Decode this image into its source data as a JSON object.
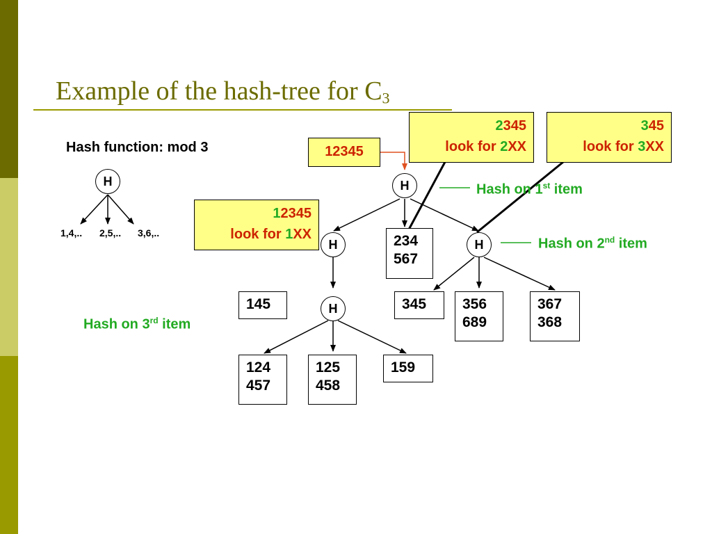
{
  "title": {
    "text": "Example of the hash-tree for C",
    "subscript": "3"
  },
  "hash_function": "Hash function: mod 3",
  "legend": {
    "node": "H",
    "branches": [
      "1,4,..",
      "2,5,..",
      "3,6,.."
    ]
  },
  "query_box": "12345",
  "notes": {
    "n1": {
      "green": "1",
      "red": "2345",
      "look": "look for ",
      "look_green": "1",
      "look_red": "XX"
    },
    "n2": {
      "green": "2",
      "red": "345",
      "look": "look for ",
      "look_green": "2",
      "look_red": "XX"
    },
    "n3": {
      "green": "3",
      "red": "45",
      "look": "look for ",
      "look_green": "3",
      "look_red": "XX"
    }
  },
  "hash_labels": {
    "first": {
      "pre": "Hash on 1",
      "sup": "st",
      "post": " item"
    },
    "second": {
      "pre": "Hash on 2",
      "sup": "nd",
      "post": " item"
    },
    "third": {
      "pre": "Hash on 3",
      "sup": "rd",
      "post": " item"
    }
  },
  "node_label": "H",
  "leaves": {
    "l234": [
      "234",
      "567"
    ],
    "l145": [
      "145"
    ],
    "l345": [
      "345"
    ],
    "l356": [
      "356",
      "689"
    ],
    "l367": [
      "367",
      "368"
    ],
    "l124": [
      "124",
      "457"
    ],
    "l125": [
      "125",
      "458"
    ],
    "l159": [
      "159"
    ]
  },
  "colors": {
    "band_dark": "#6b6b00",
    "band_light": "#cccc66",
    "band_mid": "#999900",
    "title": "#6b6b00",
    "note_bg": "#ffff88",
    "red": "#cc2200",
    "green": "#22aa22",
    "arrow_orange": "#e05020"
  }
}
